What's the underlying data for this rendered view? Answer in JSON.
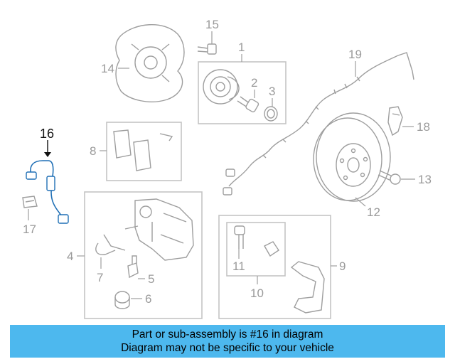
{
  "diagram": {
    "callouts": {
      "c1": "1",
      "c2": "2",
      "c3": "3",
      "c4": "4",
      "c5": "5",
      "c6": "6",
      "c7": "7",
      "c8": "8",
      "c9": "9",
      "c10": "10",
      "c11": "11",
      "c12": "12",
      "c13": "13",
      "c14": "14",
      "c15": "15",
      "c16": "16",
      "c17": "17",
      "c18": "18",
      "c19": "19"
    },
    "highlighted_part": "16",
    "highlight_color": "#1f6fb5"
  },
  "banner": {
    "line1": "Part or sub-assembly is #16 in diagram",
    "line2": "Diagram may not be specific to your vehicle",
    "background_color": "#4db8ee"
  }
}
